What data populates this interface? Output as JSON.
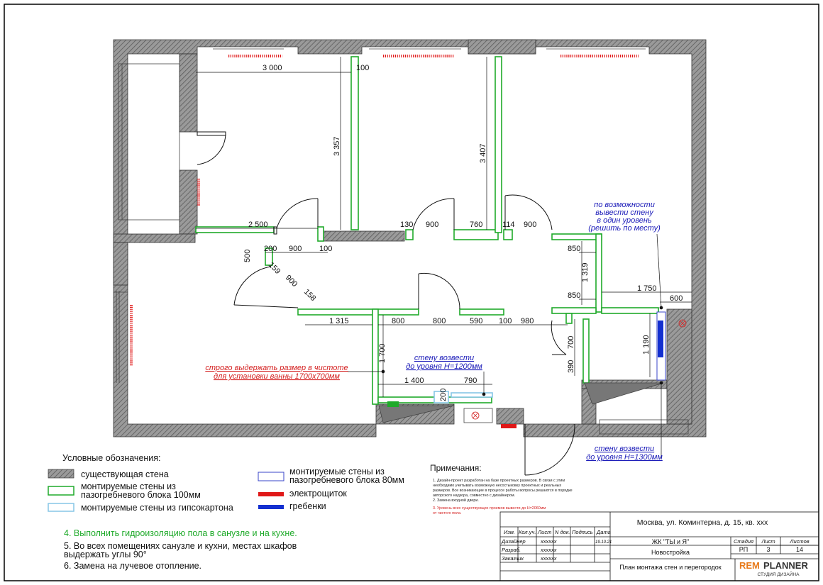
{
  "plan": {
    "dimensions": [
      "3 000",
      "100",
      "3 357",
      "3 407",
      "2 500",
      "130",
      "900",
      "760",
      "114",
      "900",
      "200",
      "900",
      "100",
      "500",
      "159",
      "900",
      "158",
      "850",
      "1 319",
      "850",
      "1 750",
      "600",
      "1 315",
      "800",
      "800",
      "590",
      "100",
      "980",
      "1 700",
      "1 400",
      "790",
      "200",
      "700",
      "390",
      "1 190"
    ],
    "callouts": {
      "level_wall": [
        "по возможности",
        "вывести стену",
        "в один уровень",
        "(решить по месту)"
      ],
      "bath_size": [
        "строго выдержать размер в чистоте",
        "для установки ванны 1700х700мм"
      ],
      "wall_1200": [
        "стену возвести",
        "до уровня Н=1200мм"
      ],
      "wall_1300": [
        "стену возвести",
        "до уровня Н=1300мм"
      ]
    }
  },
  "legend": {
    "title": "Условные обозначения:",
    "existing_wall": "существующая стена",
    "block_100": [
      "монтируемые стены из",
      "пазогребневого блока 100мм"
    ],
    "gypsum": "монтируемые стены из гипсокартона",
    "block_80": [
      "монтируемые стены из",
      "пазогребневого блока 80мм"
    ],
    "panel": "электрощиток",
    "manifold": "гребенки"
  },
  "items": {
    "item4": "4. Выполнить гидроизоляцию пола в санузле и на кухне.",
    "item5": [
      "5. Во всех помещениях санузле и кухни, местах шкафов",
      "выдержать углы 90°"
    ],
    "item6": "6. Замена на лучевое отопление."
  },
  "notes": {
    "title": "Примечания:",
    "lines": [
      "1. Дизайн-проект разработан на базе проектных размеров. В связи с этим",
      "необходимо учитывать возможную несостыковку проектных и реальных",
      "размеров. Все возникающие в процессе работы вопросы решаются в порядке",
      "авторского надзора, совместно с дизайнером.",
      "2. Замена входной двери."
    ],
    "red_lines": [
      "3. Уровень всех существующих проемов вывести до Н=2060мм",
      "от чистого пола."
    ]
  },
  "titleblock": {
    "address": "Москва, ул. Коминтерна, д. 15, кв. xxx",
    "headers": [
      "Изм.",
      "Кол.уч.",
      "Лист",
      "N док.",
      "Подпись",
      "Дата"
    ],
    "rows": [
      {
        "role": "Дизайнер",
        "value": "xxxxxx",
        "date": "19.10.21"
      },
      {
        "role": "Разраб.",
        "value": "xxxxxx"
      },
      {
        "role": "Заказчик",
        "value": "xxxxxx"
      }
    ],
    "project": "ЖК \"ТЫ и Я\"",
    "type": "Новостройка",
    "sheet_title": "План монтажа стен и перегородок",
    "stage_label": "Стадия",
    "sheet_label": "Лист",
    "sheets_label": "Листов",
    "stage": "РП",
    "sheet": "3",
    "sheets": "14",
    "logo_a": "REM",
    "logo_b": "PLANNER",
    "logo_sub": "СТУДИЯ ДИЗАЙНА"
  },
  "colors": {
    "existing_wall": "#8a8a8a",
    "block_100": "#1faa2a",
    "block_80": "#3a46c8",
    "gypsum": "#86c6e6",
    "panel": "#e01818",
    "manifold": "#1430d0",
    "callout_blue": "#1a1ab8",
    "callout_red": "#d42020"
  }
}
